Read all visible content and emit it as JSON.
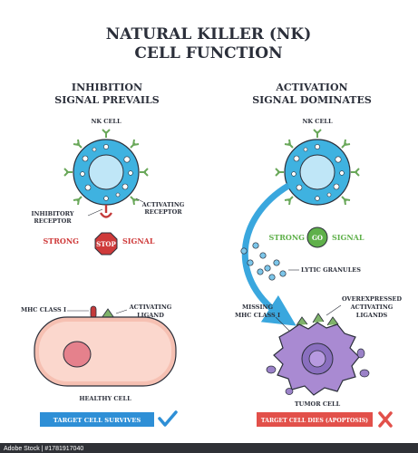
{
  "title": {
    "line1": "NATURAL KILLER (NK)",
    "line2": "CELL FUNCTION"
  },
  "left": {
    "heading1": "INHIBITION",
    "heading2": "SIGNAL PREVAILS",
    "nk_label": "NK CELL",
    "inhibitory_receptor_1": "INHIBITORY",
    "inhibitory_receptor_2": "RECEPTOR",
    "activating_receptor_1": "ACTIVATING",
    "activating_receptor_2": "RECEPTOR",
    "signal_pre": "STRONG",
    "signal_word": "STOP",
    "signal_post": "SIGNAL",
    "mhc_label": "MHC CLASS I",
    "activating_ligand_1": "ACTIVATING",
    "activating_ligand_2": "LIGAND",
    "healthy_label": "HEALTHY CELL",
    "result": "TARGET CELL SURVIVES"
  },
  "right": {
    "heading1": "ACTIVATION",
    "heading2": "SIGNAL DOMINATES",
    "nk_label": "NK CELL",
    "signal_pre": "STRONG",
    "signal_word": "GO",
    "signal_post": "SIGNAL",
    "granules_label": "LYTIC GRANULES",
    "missing_1": "MISSING",
    "missing_2": "MHC CLASS I",
    "overexpressed_1": "OVEREXPRESSED",
    "overexpressed_2": "ACTIVATING",
    "overexpressed_3": "LIGANDS",
    "tumor_label": "TUMOR CELL",
    "result": "TARGET CELL DIES (APOPTOSIS)"
  },
  "watermark": "Adobe Stock | #1781917040",
  "colors": {
    "text": "#2b2f3a",
    "nk_cell": "#3fb2e0",
    "stop": "#cf3a3a",
    "go": "#5fb04a",
    "healthy_cell": "#f6c0b2",
    "tumor_cell": "#a98ad2",
    "result_survives": "#2e8fd6",
    "result_dies": "#e2504a"
  }
}
